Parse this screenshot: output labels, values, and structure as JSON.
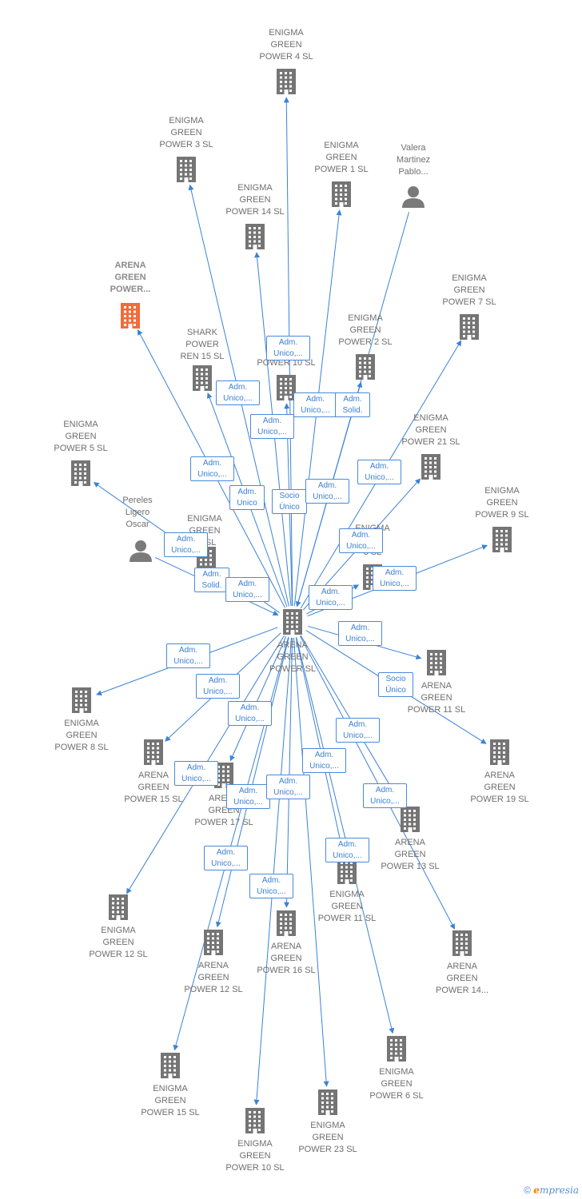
{
  "colors": {
    "edge": "#3b82d6",
    "building": "#757575",
    "highlight": "#f26b3a",
    "person": "#7a7a7a",
    "label": "#6f6f6f"
  },
  "center": {
    "id": "center",
    "label": "ARENA\nGREEN\nPOWER  SL",
    "icon": "building-icon"
  },
  "nodes": [
    {
      "id": "n1",
      "label": "ENIGMA\nGREEN\nPOWER 4  SL",
      "icon": "building-icon"
    },
    {
      "id": "n2",
      "label": "ENIGMA\nGREEN\nPOWER 3  SL",
      "icon": "building-icon"
    },
    {
      "id": "n3",
      "label": "ENIGMA\nGREEN\nPOWER 1  SL",
      "icon": "building-icon"
    },
    {
      "id": "n4",
      "label": "Valera\nMartinez\nPablo...",
      "icon": "person-icon"
    },
    {
      "id": "n5",
      "label": "ENIGMA\nGREEN\nPOWER 14  SL",
      "icon": "building-icon"
    },
    {
      "id": "n6",
      "label": "ARENA\nGREEN\nPOWER...",
      "icon": "building-icon",
      "highlight": true
    },
    {
      "id": "n7",
      "label": "ENIGMA\nGREEN\nPOWER 7  SL",
      "icon": "building-icon"
    },
    {
      "id": "n8",
      "label": "SHARK\nPOWER\nREN 15  SL",
      "icon": "building-icon"
    },
    {
      "id": "n9",
      "label": "POWER 10  SL",
      "icon": "building-icon"
    },
    {
      "id": "n10",
      "label": "ENIGMA\nGREEN\nPOWER 2  SL",
      "icon": "building-icon"
    },
    {
      "id": "n11",
      "label": "ENIGMA\nGREEN\nPOWER 21  SL",
      "icon": "building-icon"
    },
    {
      "id": "n12",
      "label": "ENIGMA\nGREEN\nPOWER 5  SL",
      "icon": "building-icon"
    },
    {
      "id": "n13",
      "label": "ENIGMA\nGREEN\nPOWER 9  SL",
      "icon": "building-icon"
    },
    {
      "id": "n14",
      "label": "Pereles\nLigero\nOscar",
      "icon": "person-icon"
    },
    {
      "id": "n15",
      "label": "ENIGMA\nGREEN\n22  SL",
      "icon": "building-icon"
    },
    {
      "id": "n16",
      "label": "ENIGMA\nN\n3  SL",
      "icon": "building-icon"
    },
    {
      "id": "n17",
      "label": "ENIGMA\nGREEN\nPOWER 8  SL",
      "icon": "building-icon"
    },
    {
      "id": "n18",
      "label": "ARENA\nGREEN\nPOWER 11  SL",
      "icon": "building-icon"
    },
    {
      "id": "n19",
      "label": "ARENA\nGREEN\nPOWER 15  SL",
      "icon": "building-icon"
    },
    {
      "id": "n20",
      "label": "ARENA\nGREEN\nPOWER 17  SL",
      "icon": "building-icon"
    },
    {
      "id": "n21",
      "label": "ARENA\nGREEN\nPOWER 19  SL",
      "icon": "building-icon"
    },
    {
      "id": "n22",
      "label": "ARENA\nGREEN\nPOWER 13  SL",
      "icon": "building-icon"
    },
    {
      "id": "n23",
      "label": "ENIGMA\nGREEN\nPOWER 12  SL",
      "icon": "building-icon"
    },
    {
      "id": "n24",
      "label": "ENIGMA\nGREEN\nPOWER 11  SL",
      "icon": "building-icon"
    },
    {
      "id": "n25",
      "label": "ARENA\nGREEN\nPOWER 16  SL",
      "icon": "building-icon"
    },
    {
      "id": "n26",
      "label": "ARENA\nGREEN\nPOWER 12  SL",
      "icon": "building-icon"
    },
    {
      "id": "n27",
      "label": "ARENA\nGREEN\nPOWER 14...",
      "icon": "building-icon"
    },
    {
      "id": "n28",
      "label": "ENIGMA\nGREEN\nPOWER 6  SL",
      "icon": "building-icon"
    },
    {
      "id": "n29",
      "label": "ENIGMA\nGREEN\nPOWER 15  SL",
      "icon": "building-icon"
    },
    {
      "id": "n30",
      "label": "ENIGMA\nGREEN\nPOWER 23  SL",
      "icon": "building-icon"
    },
    {
      "id": "n31",
      "label": "ENIGMA\nGREEN\nPOWER 10  SL",
      "icon": "building-icon"
    }
  ],
  "edges": [
    {
      "from": "center",
      "to": "n1"
    },
    {
      "from": "center",
      "to": "n2"
    },
    {
      "from": "center",
      "to": "n3"
    },
    {
      "from": "n4",
      "to": "center"
    },
    {
      "from": "center",
      "to": "n5"
    },
    {
      "from": "center",
      "to": "n6"
    },
    {
      "from": "center",
      "to": "n7"
    },
    {
      "from": "center",
      "to": "n8"
    },
    {
      "from": "center",
      "to": "n9"
    },
    {
      "from": "center",
      "to": "n10"
    },
    {
      "from": "center",
      "to": "n11"
    },
    {
      "from": "center",
      "to": "n12"
    },
    {
      "from": "center",
      "to": "n13"
    },
    {
      "from": "n14",
      "to": "center"
    },
    {
      "from": "center",
      "to": "n16"
    },
    {
      "from": "center",
      "to": "n17"
    },
    {
      "from": "center",
      "to": "n18"
    },
    {
      "from": "center",
      "to": "n19"
    },
    {
      "from": "center",
      "to": "n20"
    },
    {
      "from": "center",
      "to": "n21"
    },
    {
      "from": "center",
      "to": "n22"
    },
    {
      "from": "center",
      "to": "n23"
    },
    {
      "from": "center",
      "to": "n24"
    },
    {
      "from": "center",
      "to": "n25"
    },
    {
      "from": "center",
      "to": "n26"
    },
    {
      "from": "center",
      "to": "n27"
    },
    {
      "from": "center",
      "to": "n28"
    },
    {
      "from": "center",
      "to": "n29"
    },
    {
      "from": "center",
      "to": "n30"
    },
    {
      "from": "center",
      "to": "n31"
    }
  ],
  "role_boxes": [
    {
      "id": "r1",
      "text": "Adm.\nUnico,..."
    },
    {
      "id": "r2",
      "text": "Adm.\nUnico,..."
    },
    {
      "id": "r3",
      "text": "Adm.\nUnico,..."
    },
    {
      "id": "r4",
      "text": "Adm.\nSolid."
    },
    {
      "id": "r5",
      "text": "Adm.\nUnico,..."
    },
    {
      "id": "r6",
      "text": "Adm.\nUnico,..."
    },
    {
      "id": "r7",
      "text": "Adm.\nUnico"
    },
    {
      "id": "r8",
      "text": "Socio\nÚnico"
    },
    {
      "id": "r9",
      "text": "Adm.\nUnico,..."
    },
    {
      "id": "r10",
      "text": "Adm.\nUnico,..."
    },
    {
      "id": "r11",
      "text": "Adm.\nUnico,..."
    },
    {
      "id": "r12",
      "text": "Adm.\nUnico,..."
    },
    {
      "id": "r13",
      "text": "Adm.\nUnico,..."
    },
    {
      "id": "r14",
      "text": "Adm.\nSolid."
    },
    {
      "id": "r15",
      "text": "Adm.\nUnico,..."
    },
    {
      "id": "r16",
      "text": "Adm.\nUnico,..."
    },
    {
      "id": "r17",
      "text": "Adm.\nUnico,..."
    },
    {
      "id": "r18",
      "text": "Adm.\nUnico,..."
    },
    {
      "id": "r19",
      "text": "Adm.\nUnico,..."
    },
    {
      "id": "r20",
      "text": "Socio\nÚnico"
    },
    {
      "id": "r21",
      "text": "Adm.\nUnico,..."
    },
    {
      "id": "r22",
      "text": "Adm.\nUnico,..."
    },
    {
      "id": "r23",
      "text": "Adm.\nUnico,..."
    },
    {
      "id": "r24",
      "text": "Adm.\nUnico,..."
    },
    {
      "id": "r25",
      "text": "Adm.\nUnico,..."
    },
    {
      "id": "r26",
      "text": "Adm.\nUnico,..."
    },
    {
      "id": "r27",
      "text": "Adm.\nUnico,..."
    },
    {
      "id": "r28",
      "text": "Adm.\nUnico,..."
    },
    {
      "id": "r29",
      "text": "Adm.\nUnico,..."
    },
    {
      "id": "r30",
      "text": "Adm.\nUnico,..."
    }
  ],
  "footer": {
    "copyright": "©",
    "brand_e": "e",
    "brand_rest": "mpresia"
  }
}
